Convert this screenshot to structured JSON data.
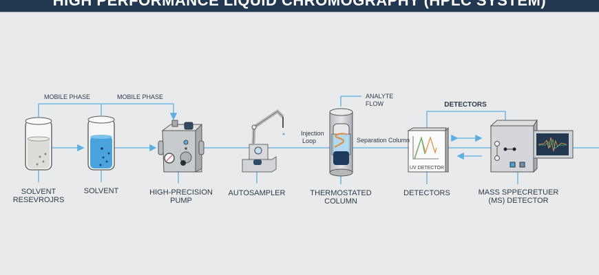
{
  "title": "HIGH PERFORMANCE LIQUID CHROMOGRAPHY (HPLC SYSTEM)",
  "flow_labels": {
    "mobile_phase_1": "MOBILE PHASE",
    "mobile_phase_2": "MOBILE PHASE",
    "analyte_flow_1": "ANALYTE",
    "analyte_flow_2": "FLOW",
    "injection_1": "Injection",
    "injection_2": "Loop",
    "separation_column": "Separation Column",
    "detectors_top": "DETECTORS",
    "uv_detector": "UV DETECTOR"
  },
  "components": [
    {
      "line1": "SOLVENT",
      "line2": "RESEVROJRS"
    },
    {
      "line1": "SOLVENT",
      "line2": ""
    },
    {
      "line1": "HIGH-PRECISION",
      "line2": "PUMP"
    },
    {
      "line1": "AUTOSAMPLER",
      "line2": ""
    },
    {
      "line1": "THERMOSTATED",
      "line2": "COLUMN"
    },
    {
      "line1": "DETECTORS",
      "line2": ""
    },
    {
      "line1": "MASS SPPECRETUER",
      "line2": "(MS) DETECTOR"
    }
  ],
  "colors": {
    "header": "#223850",
    "flow": "#5aaee0",
    "solvent": "#4aa3dc"
  }
}
